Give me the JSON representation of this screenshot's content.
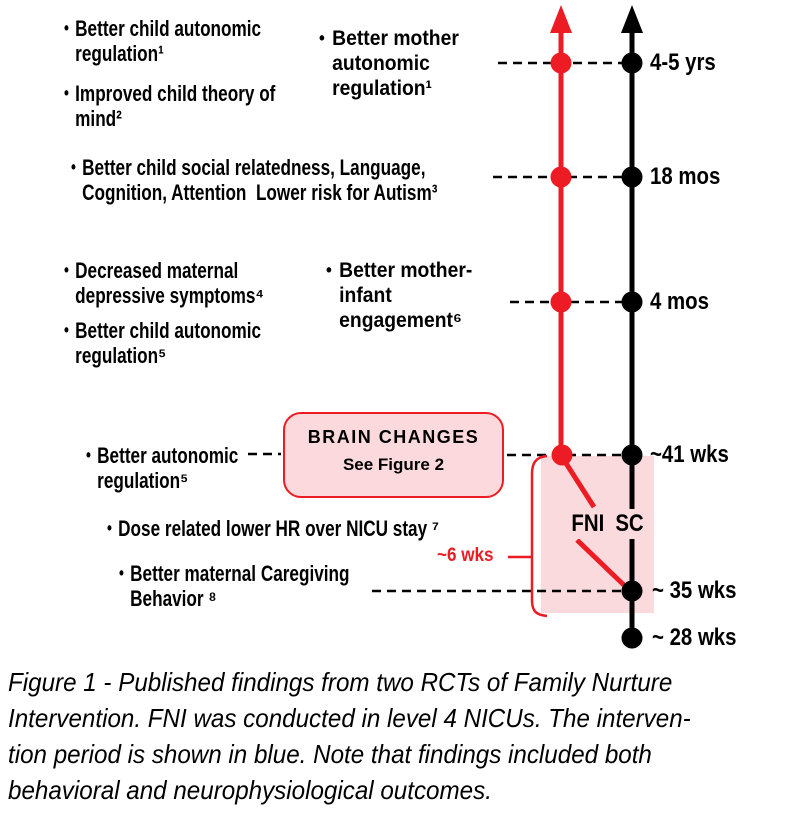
{
  "ui": {
    "bullet_char": "•"
  },
  "colors": {
    "accent_red": "#ed1c24",
    "intervention_region_pink": "#fadadc",
    "brain_box_pink": "#fbd9dc",
    "timeline_black": "#000000"
  },
  "outcomes_left": [
    {
      "text": "Better child autonomic\nregulation¹"
    },
    {
      "text": "Improved child theory of\nmind²"
    },
    {
      "text": "Better child social relatedness, Language,\nCognition, Attention  Lower risk for Autism³"
    },
    {
      "text": "Decreased maternal\ndepressive symptoms⁴"
    },
    {
      "text": "Better child autonomic\nregulation⁵"
    },
    {
      "text": "Better autonomic\nregulation⁵"
    },
    {
      "text": "Dose related lower HR over NICU stay ⁷"
    },
    {
      "text": "Better maternal Caregiving\nBehavior ⁸"
    }
  ],
  "outcomes_right": [
    {
      "text": "Better mother\nautonomic\nregulation¹"
    },
    {
      "text": "Better mother-\ninfant\nengagement⁶"
    }
  ],
  "timeline": {
    "time_labels": [
      "4-5 yrs",
      "18 mos",
      "4 mos",
      "~41 wks",
      "~ 35 wks",
      "~ 28 wks"
    ],
    "group_labels": {
      "fni": "FNI",
      "sc": "SC"
    },
    "interval_label": "~6 wks"
  },
  "brain_box": {
    "title": "BRAIN CHANGES",
    "subtitle": "See Figure 2"
  },
  "caption": "Figure 1 - Published findings from two RCTs of Family Nurture\nIntervention. FNI was conducted in level 4 NICUs. The interven-\ntion period is shown in blue. Note that findings included both\nbehavioral and neurophysiological outcomes."
}
